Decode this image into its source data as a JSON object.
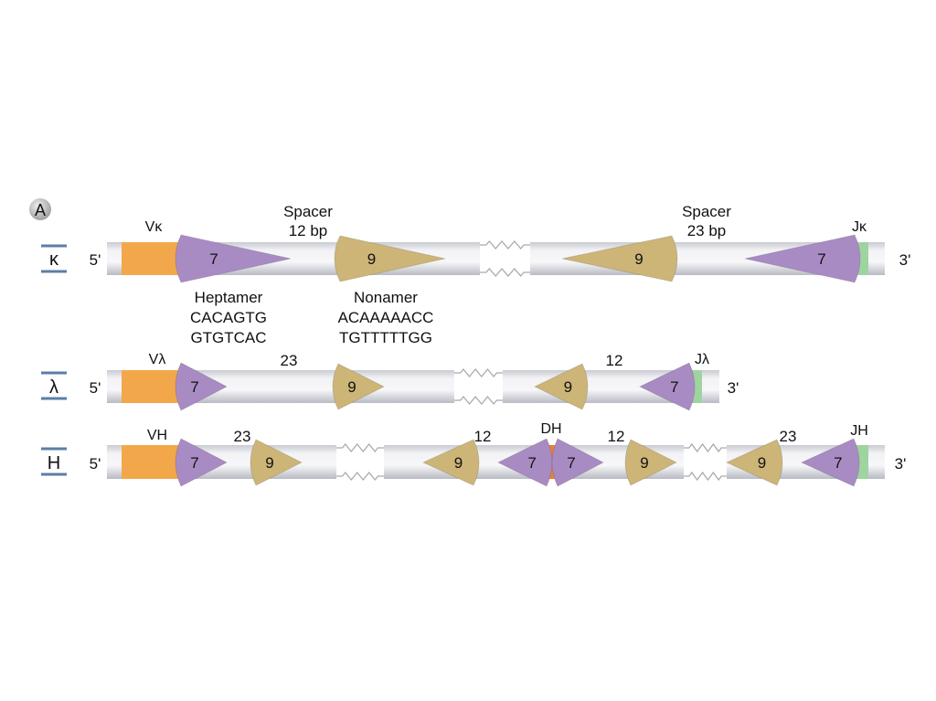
{
  "panel_label": "A",
  "colors": {
    "v_segment": "#f2a84a",
    "heptamer": "#a98bc4",
    "nonamer": "#cdb578",
    "j_segment": "#9fd3a0",
    "d_segment": "#e8823a",
    "dna": "#dcdde2"
  },
  "kappa": {
    "locus": "κ",
    "five_prime": "5'",
    "three_prime": "3'",
    "v_label": "Vκ",
    "j_label": "Jκ",
    "spacer1": {
      "line1": "Spacer",
      "line2": "12 bp"
    },
    "spacer2": {
      "line1": "Spacer",
      "line2": "23 bp"
    },
    "heptamer": {
      "title": "Heptamer",
      "seq1": "CACAGTG",
      "seq2": "GTGTCAC"
    },
    "nonamer": {
      "title": "Nonamer",
      "seq1": "ACAAAAACC",
      "seq2": "TGTTTTTGG"
    },
    "hept_num": "7",
    "non_num": "9"
  },
  "lambda": {
    "locus": "λ",
    "five_prime": "5'",
    "three_prime": "3'",
    "v_label": "Vλ",
    "j_label": "Jλ",
    "spacer1": "23",
    "spacer2": "12",
    "hept_num": "7",
    "non_num": "9"
  },
  "heavy": {
    "locus": "H",
    "five_prime": "5'",
    "three_prime": "3'",
    "v_label": "VH",
    "d_label": "DH",
    "j_label": "JH",
    "spacers": [
      "23",
      "12",
      "12",
      "23"
    ],
    "hept_num": "7",
    "non_num": "9"
  }
}
